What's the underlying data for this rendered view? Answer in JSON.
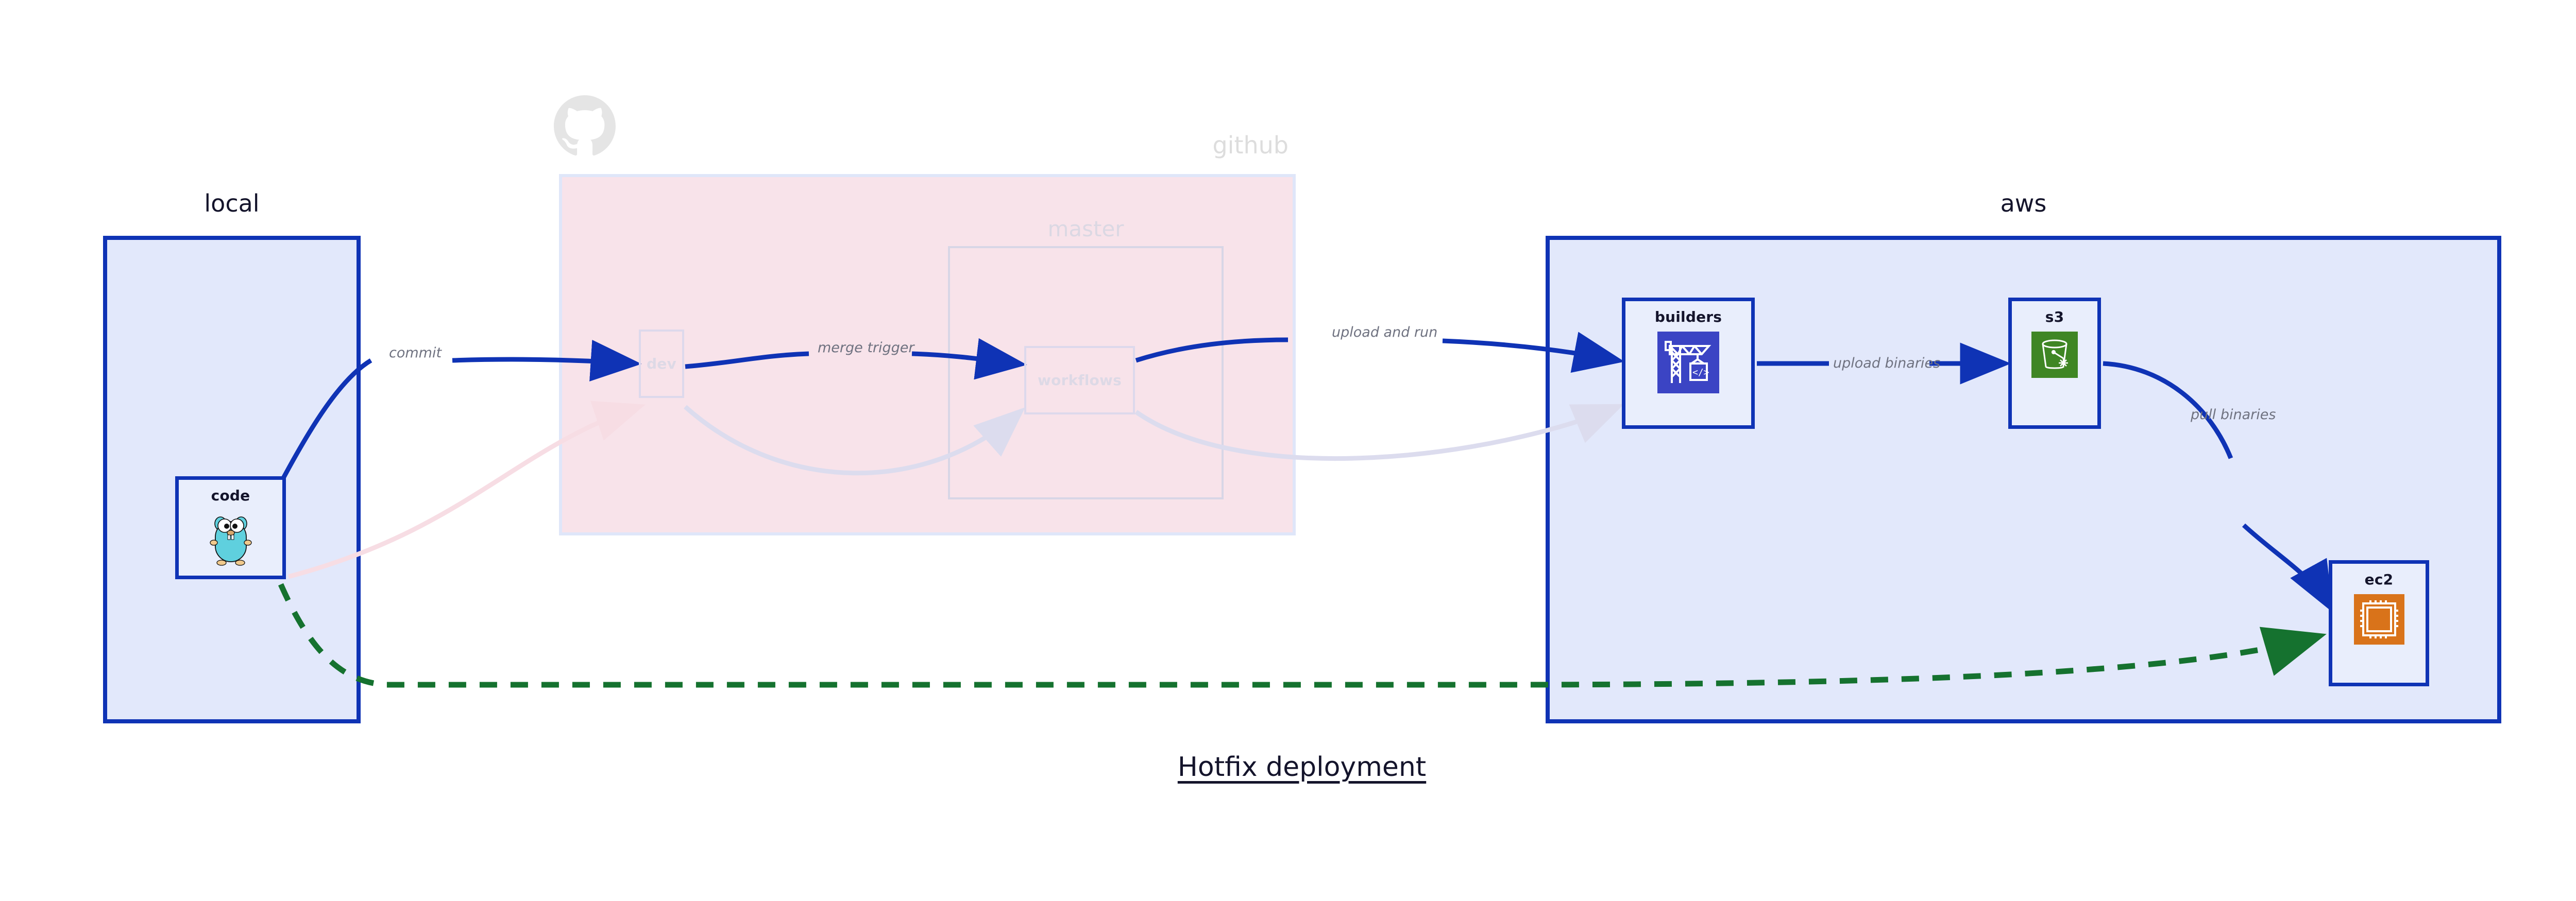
{
  "diagram": {
    "title": "Hotfix deployment",
    "type": "deployment-flow"
  },
  "groups": [
    {
      "id": "local",
      "label": "local",
      "style": "solid-blue"
    },
    {
      "id": "github",
      "label": "github",
      "style": "faded-pink"
    },
    {
      "id": "master",
      "label": "master",
      "style": "faded-outline"
    },
    {
      "id": "aws",
      "label": "aws",
      "style": "solid-blue"
    }
  ],
  "nodes": [
    {
      "id": "code",
      "label": "code",
      "icon": "go-gopher-icon",
      "group": "local",
      "state": "active"
    },
    {
      "id": "dev",
      "label": "dev",
      "icon": "none",
      "group": "github",
      "state": "faded"
    },
    {
      "id": "workflows",
      "label": "workflows",
      "icon": "none",
      "group": "master",
      "state": "faded"
    },
    {
      "id": "builders",
      "label": "builders",
      "icon": "aws-crane-icon",
      "group": "aws",
      "state": "active"
    },
    {
      "id": "s3",
      "label": "s3",
      "icon": "aws-s3-bucket-icon",
      "group": "aws",
      "state": "active"
    },
    {
      "id": "ec2",
      "label": "ec2",
      "icon": "aws-ec2-chip-icon",
      "group": "aws",
      "state": "active"
    }
  ],
  "edges": [
    {
      "id": "commit",
      "from": "code",
      "to": "dev",
      "label": "commit",
      "style": "solid",
      "color": "#0f33b5"
    },
    {
      "id": "merge-trigger",
      "from": "dev",
      "to": "workflows",
      "label": "merge trigger",
      "style": "solid",
      "color": "#0f33b5"
    },
    {
      "id": "upload-and-run",
      "from": "workflows",
      "to": "builders",
      "label": "upload and run",
      "style": "solid",
      "color": "#0f33b5"
    },
    {
      "id": "upload-binaries",
      "from": "builders",
      "to": "s3",
      "label": "upload binaries",
      "style": "solid",
      "color": "#0f33b5"
    },
    {
      "id": "pull-binaries",
      "from": "s3",
      "to": "ec2",
      "label": "pull binaries",
      "style": "solid",
      "color": "#0f33b5"
    },
    {
      "id": "hotfix-direct",
      "from": "code",
      "to": "ec2",
      "label": "",
      "style": "dashed",
      "color": "#15722f"
    },
    {
      "id": "faded-code-dev",
      "from": "code",
      "to": "dev",
      "label": "",
      "style": "faded",
      "color": "#f7dde4"
    },
    {
      "id": "faded-dev-workflows",
      "from": "dev",
      "to": "workflows",
      "label": "",
      "style": "faded",
      "color": "#dcdcee"
    },
    {
      "id": "faded-workflows-builders",
      "from": "workflows",
      "to": "builders",
      "label": "",
      "style": "faded",
      "color": "#dcdcee"
    }
  ],
  "colors": {
    "accent_blue": "#0f33b5",
    "group_fill": "#e2e8fb",
    "github_fill": "#f8e3ea",
    "green_dashed": "#15722f",
    "label_gray": "#6f7280",
    "aws_orange": "#d9731a",
    "aws_green": "#3f8624",
    "builders_blue": "#3b44c4",
    "gopher_cyan": "#5fd0de"
  }
}
